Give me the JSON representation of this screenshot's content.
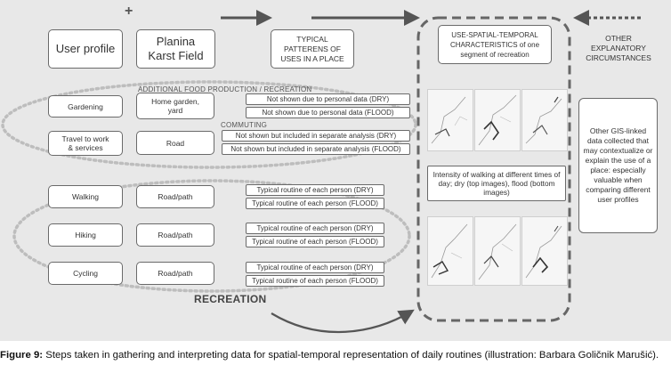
{
  "headers": {
    "user_profile": "User profile",
    "place": "Planina\nKarst Field",
    "patterns": "TYPICAL\nPATTERENS OF\nUSES IN A PLACE",
    "characteristics": "USE-SPATIAL-TEMPORAL\nCHARACTERISTICS of one\nsegment of recreation",
    "explanatory": "OTHER\nEXPLANATORY\nCIRCUMSTANCES"
  },
  "plus_sign": "+",
  "group_labels": {
    "food": "ADDITIONAL FOOD PRODUCTION / RECREATION",
    "commuting": "COMMUTING",
    "recreation": "RECREATION"
  },
  "rows": [
    {
      "profile": "Gardening",
      "place": "Home garden,\nyard",
      "dry": "Not shown due to personal data (DRY)",
      "flood": "Not shown due to personal data (FLOOD)"
    },
    {
      "profile": "Travel to work\n& services",
      "place": "Road",
      "dry": "Not shown but included in separate analysis (DRY)",
      "flood": "Not shown but included in separate analysis (FLOOD)"
    },
    {
      "profile": "Walking",
      "place": "Road/path",
      "dry": "Typical routine of each person (DRY)",
      "flood": "Typical routine of each person (FLOOD)"
    },
    {
      "profile": "Hiking",
      "place": "Road/path",
      "dry": "Typical routine of each person (DRY)",
      "flood": "Typical routine of each person (FLOOD)"
    },
    {
      "profile": "Cycling",
      "place": "Road/path",
      "dry": "Typical routine of each person (DRY)",
      "flood": "Typical routine of each person (FLOOD)"
    }
  ],
  "intensity_text": "Intensity of walking at different times of day; dry (top images), flood (bottom images)",
  "other_text": "Other GIS-linked data collected that may contextualize or explain the use of a place: especially valuable when comparing different user profiles",
  "caption": {
    "label": "Figure 9:",
    "text": " Steps taken in gathering and interpreting data for spatial-temporal representation of daily routines (illustration: Barbara Goličnik Marušić)."
  }
}
